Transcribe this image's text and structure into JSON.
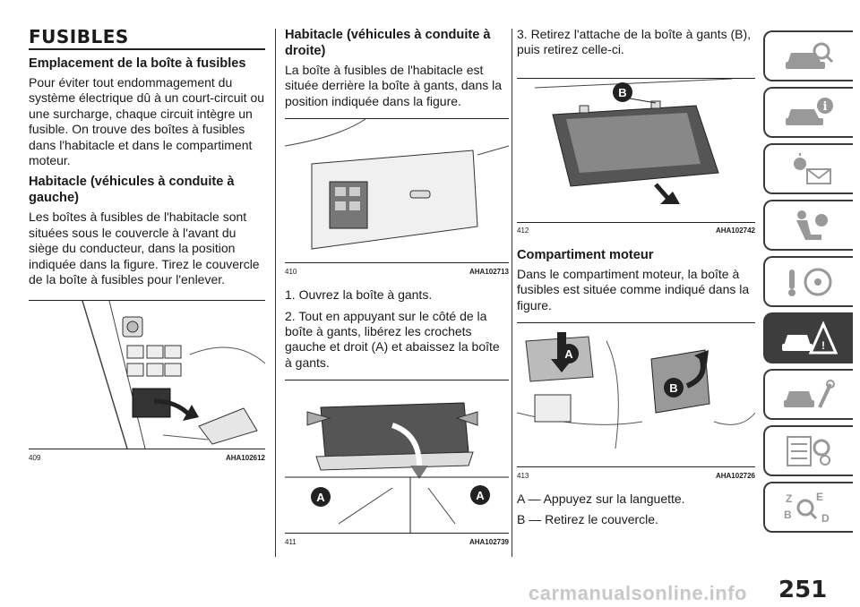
{
  "section_title": "FUSIBLES",
  "col1": {
    "heading1": "Emplacement de la boîte à fusibles",
    "para1": "Pour éviter tout endommagement du système électrique dû à un court-circuit ou une surcharge, chaque circuit intègre un fusible. On trouve des boîtes à fusibles dans l'habitacle et dans le compartiment moteur.",
    "heading2": "Habitacle (véhicules à conduite à gauche)",
    "para2": "Les boîtes à fusibles de l'habitacle sont situées sous le couvercle à l'avant du siège du conducteur, dans la position indiquée dans la figure. Tirez le couvercle de la boîte à fusibles pour l'enlever.",
    "fig_num": "409",
    "fig_code": "AHA102612"
  },
  "col2": {
    "heading1": "Habitacle (véhicules à conduite à droite)",
    "para1": "La boîte à fusibles de l'habitacle est située derrière la boîte à gants, dans la position indiquée dans la figure.",
    "fig1_num": "410",
    "fig1_code": "AHA102713",
    "step1": "1. Ouvrez la boîte à gants.",
    "step2": "2. Tout en appuyant sur le côté de la boîte à gants, libérez les crochets gauche et droit (A) et abaissez la boîte à gants.",
    "fig2_num": "411",
    "fig2_code": "AHA102739",
    "fig2_label_a": "A"
  },
  "col3": {
    "step3": "3. Retirez l'attache de la boîte à gants (B), puis retirez celle-ci.",
    "fig1_num": "412",
    "fig1_code": "AHA102742",
    "fig1_label_b": "B",
    "heading1": "Compartiment moteur",
    "para1": "Dans le compartiment moteur, la boîte à fusibles est située comme indiqué dans la figure.",
    "fig2_num": "413",
    "fig2_code": "AHA102726",
    "fig2_label_a": "A",
    "fig2_label_b": "B",
    "item_a": "A — Appuyez sur la languette.",
    "item_b": "B — Retirez le couvercle."
  },
  "sidebar": {
    "tabs": [
      {
        "icon": "car-search-icon",
        "active": false
      },
      {
        "icon": "car-info-icon",
        "active": false
      },
      {
        "icon": "warning-light-mail-icon",
        "active": false
      },
      {
        "icon": "seat-airbag-icon",
        "active": false
      },
      {
        "icon": "key-steering-wheel-icon",
        "active": false
      },
      {
        "icon": "car-breakdown-warning-icon",
        "active": true
      },
      {
        "icon": "car-wrench-icon",
        "active": false
      },
      {
        "icon": "checklist-gears-icon",
        "active": false
      },
      {
        "icon": "alphabet-index-search-icon",
        "active": false
      }
    ]
  },
  "page_number": "251",
  "watermark": "carmanualsonline.info",
  "colors": {
    "tab_active": "#3d3d3d",
    "tab_border": "#3a3a3a",
    "text": "#1a1a1a"
  }
}
